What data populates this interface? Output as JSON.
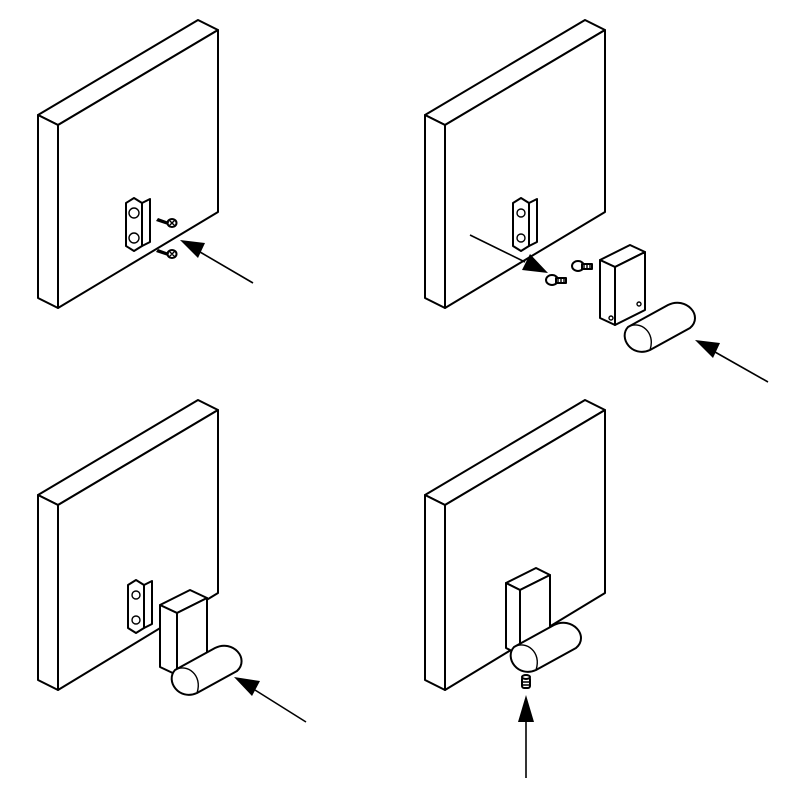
{
  "colors": {
    "line": "#000000",
    "fill": "#ffffff"
  },
  "steps": [
    {
      "name": "attach-bracket-with-screws"
    },
    {
      "name": "mount-hook-with-bolts"
    },
    {
      "name": "slide-hook-onto-bracket"
    },
    {
      "name": "insert-set-screw"
    }
  ]
}
